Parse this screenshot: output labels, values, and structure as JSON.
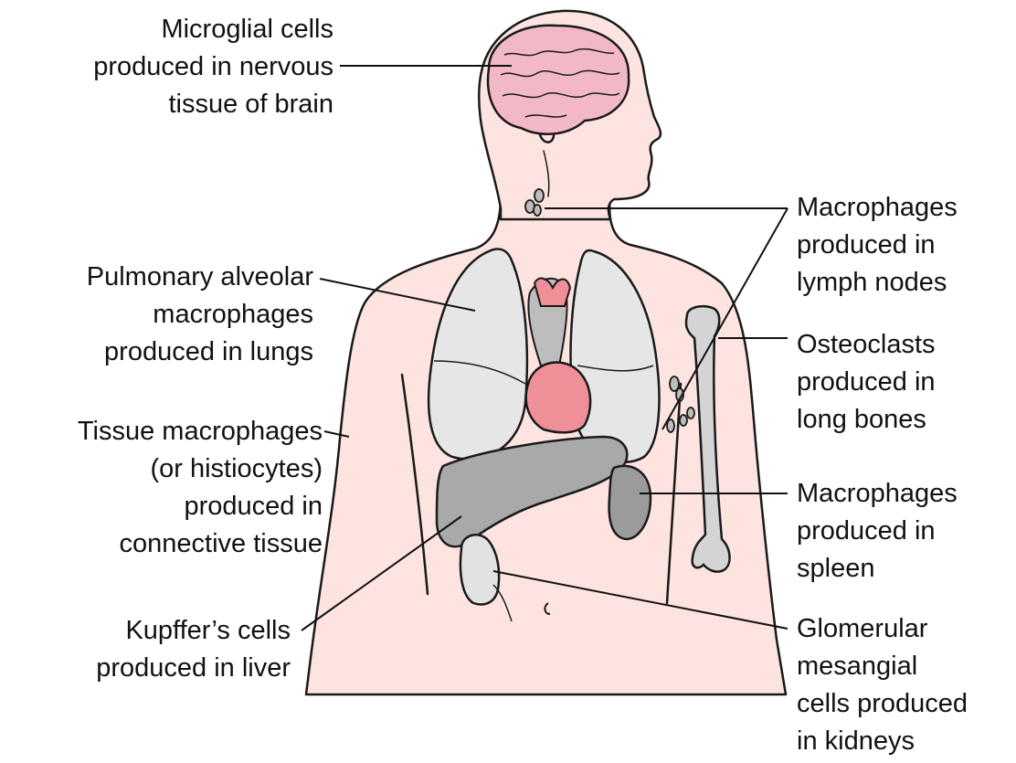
{
  "labels": {
    "microglial": [
      "Microglial cells",
      "produced in nervous",
      "tissue of brain"
    ],
    "pulmonary": [
      "Pulmonary alveolar",
      "macrophages",
      "produced in lungs"
    ],
    "tissue": [
      "Tissue macrophages",
      "(or histiocytes)",
      "produced in",
      "connective tissue"
    ],
    "kupffer": [
      "Kupffer’s cells",
      "produced in liver"
    ],
    "lymph": [
      "Macrophages",
      "produced in",
      "lymph nodes"
    ],
    "osteoclasts": [
      "Osteoclasts",
      "produced in",
      "long bones"
    ],
    "spleen": [
      "Macrophages",
      "produced in",
      "spleen"
    ],
    "glomerular": [
      "Glomerular",
      "mesangial",
      "cells produced",
      "in kidneys"
    ]
  },
  "colors": {
    "skin": "#fde4e1",
    "brain": "#f2b8c8",
    "lung": "#e6e6e6",
    "heart": "#ef8f98",
    "liver": "#a9a9a9",
    "spleen": "#9b9b9b",
    "kidney": "#e2e2e2",
    "bone": "#d4d4d4",
    "outline": "#1a1a1a"
  }
}
